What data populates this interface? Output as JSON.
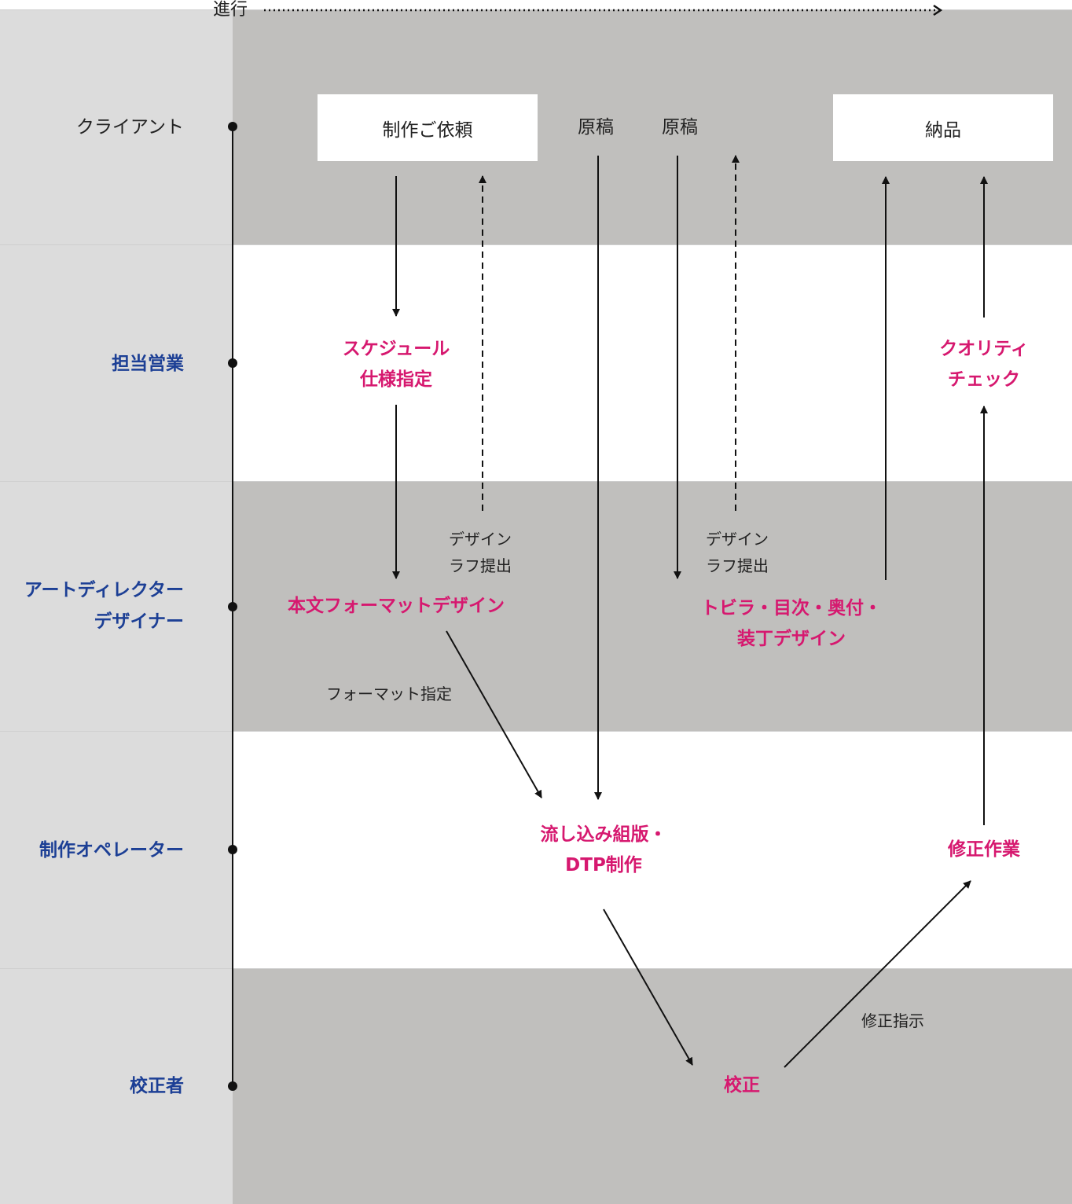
{
  "header": {
    "progress_label": "進行"
  },
  "lanes": [
    {
      "role": "クライアント"
    },
    {
      "role": "担当営業"
    },
    {
      "role": "アートディレクター\nデザイナー"
    },
    {
      "role": "制作オペレーター"
    },
    {
      "role": "校正者"
    }
  ],
  "client": {
    "request_box": "制作ご依頼",
    "manuscript_1": "原稿",
    "manuscript_2": "原稿",
    "delivery_box": "納品"
  },
  "tasks": {
    "schedule": "スケジュール\n仕様指定",
    "quality_check": "クオリティ\nチェック",
    "body_format_design": "本文フォーマットデザイン",
    "cover_design": "トビラ・目次・奥付・\n装丁デザイン",
    "typesetting": "流し込み組版・\nDTP制作",
    "correction_work": "修正作業",
    "proofreading": "校正"
  },
  "notes": {
    "design_rough_1": "デザイン\nラフ提出",
    "design_rough_2": "デザイン\nラフ提出",
    "format_spec": "フォーマット指定",
    "correction_instruction": "修正指示"
  },
  "colors": {
    "role_label": "#1c3f95",
    "task": "#d6186f",
    "lane_shaded": "#c0bfbd",
    "label_column": "#dcdcdc"
  }
}
